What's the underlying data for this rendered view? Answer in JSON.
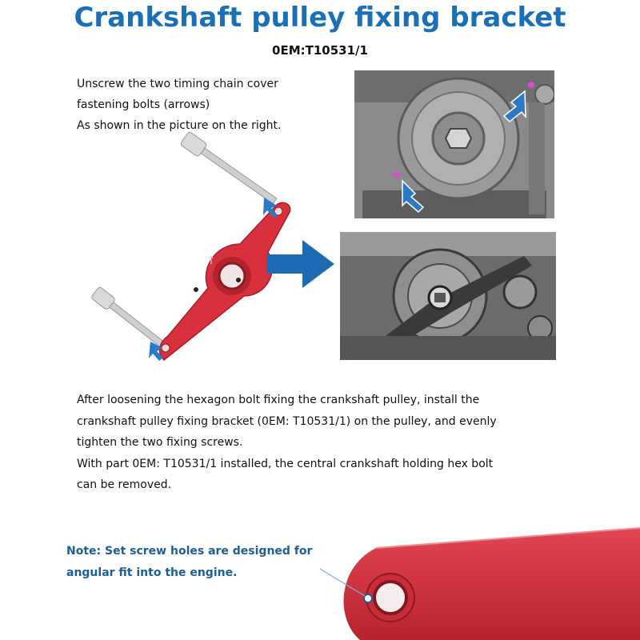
{
  "header": {
    "title": "Crankshaft pulley fixing bracket",
    "oem": "0EM:T10531/1"
  },
  "intro": {
    "lines": [
      "Unscrew the two timing chain cover",
      "fastening bolts (arrows)",
      "As shown in the picture on the right."
    ]
  },
  "instructions": {
    "lines": [
      "After loosening the hexagon bolt fixing the crankshaft pulley, install the",
      "crankshaft pulley fixing bracket (0EM: T10531/1) on the pulley, and evenly",
      "tighten the two fixing screws.",
      "With part 0EM: T10531/1 installed, the central crankshaft holding hex bolt",
      "can be removed."
    ]
  },
  "note": {
    "lines": [
      "Note: Set screw holes are designed for",
      "angular fit into the engine."
    ]
  },
  "colors": {
    "title_blue": "#1b6fb5",
    "bracket_red": "#d8313d",
    "arrow_blue": "#1f6bb3",
    "note_blue": "#1d5f95"
  }
}
